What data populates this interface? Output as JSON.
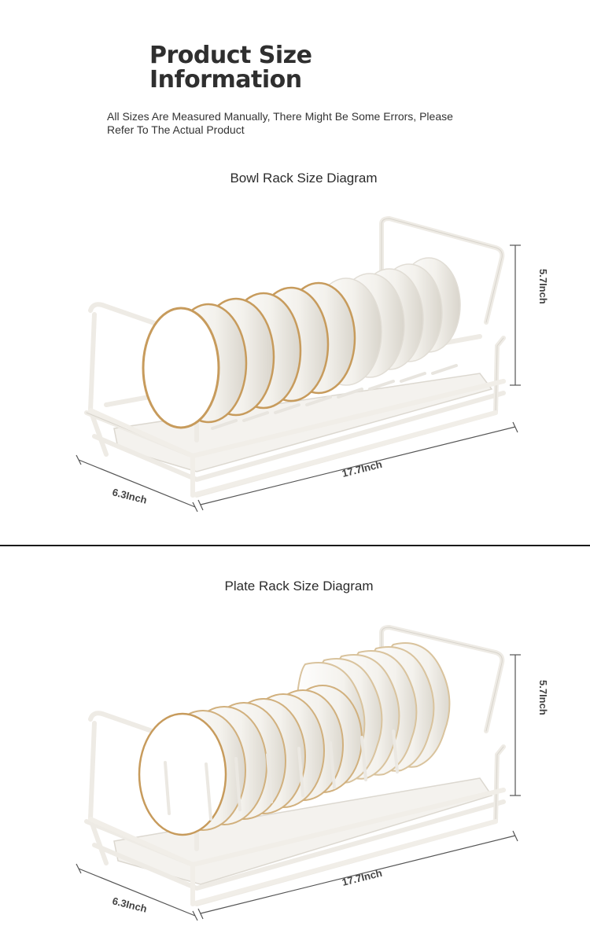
{
  "header": {
    "title_line1": "Product Size",
    "title_line2": "Information",
    "note_line1": "All Sizes Are Measured Manually, There Might Be Some Errors, Please",
    "note_line2": "Refer To The Actual Product"
  },
  "bowl_rack": {
    "title": "Bowl Rack Size Diagram",
    "height_label": "5.7Inch",
    "length_label": "17.7Inch",
    "width_label": "6.3Inch"
  },
  "plate_rack": {
    "title": "Plate Rack Size Diagram",
    "height_label": "5.7Inch",
    "length_label": "17.7Inch",
    "width_label": "6.3Inch"
  },
  "colors": {
    "frame": "#f3f1ec",
    "frame_edge": "#d6d3cc",
    "dish": "#f6f4f0",
    "gold_rim": "#c79b5c",
    "dimension_line": "#555555"
  }
}
